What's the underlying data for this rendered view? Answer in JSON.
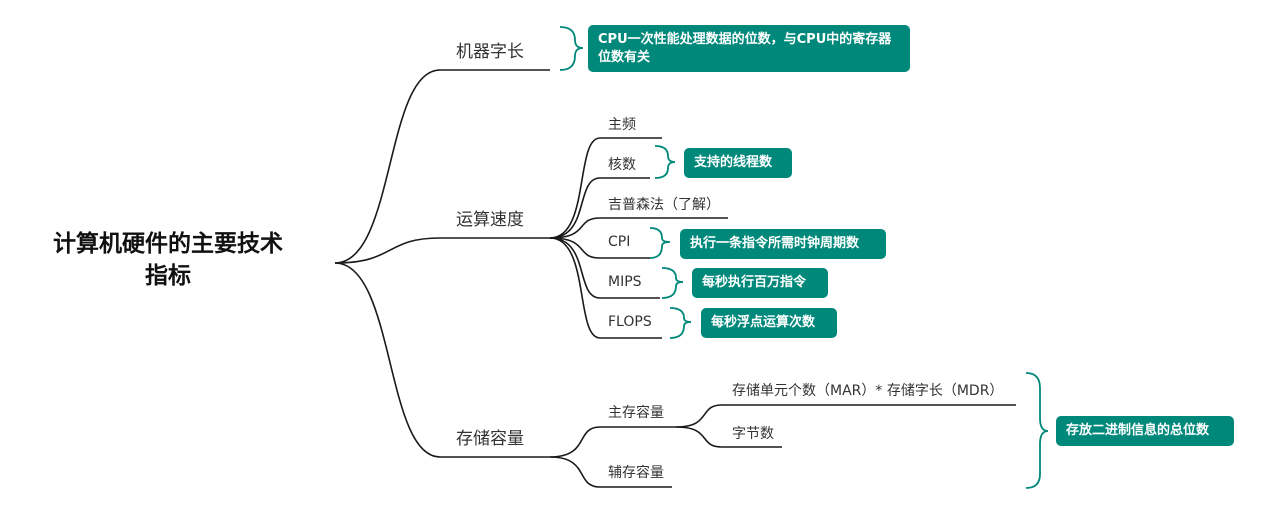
{
  "root": {
    "line1": "计算机硬件的主要技术",
    "line2": "指标"
  },
  "branches": {
    "word_length": {
      "label": "机器字长",
      "note": "CPU一次性能处理数据的位数，与CPU中的寄存器位数有关"
    },
    "speed": {
      "label": "运算速度",
      "items": [
        {
          "label": "主频"
        },
        {
          "label": "核数",
          "note": "支持的线程数"
        },
        {
          "label": "吉普森法（了解）"
        },
        {
          "label": "CPI",
          "note": "执行一条指令所需时钟周期数"
        },
        {
          "label": "MIPS",
          "note": "每秒执行百万指令"
        },
        {
          "label": "FLOPS",
          "note": "每秒浮点运算次数"
        }
      ]
    },
    "capacity": {
      "label": "存储容量",
      "main": {
        "label": "主存容量",
        "items": [
          {
            "label": "存储单元个数（MAR）* 存储字长（MDR）"
          },
          {
            "label": "字节数"
          }
        ],
        "note": "存放二进制信息的总位数"
      },
      "aux": {
        "label": "辅存容量"
      }
    }
  },
  "colors": {
    "note_bg": "#00897b",
    "note_text": "#ffffff",
    "line": "#1a1a1a",
    "bracket": "#00897b"
  }
}
